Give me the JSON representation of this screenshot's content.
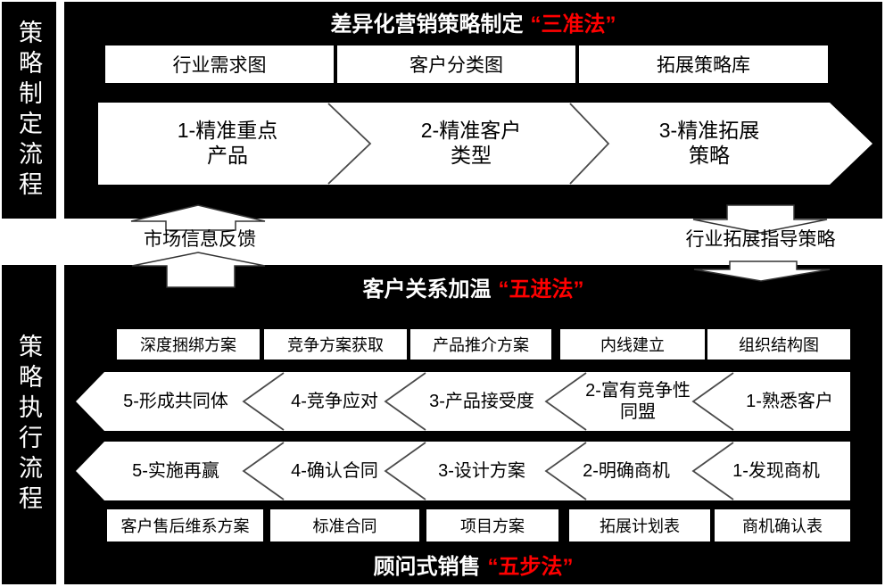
{
  "colors": {
    "panel_bg": "#000000",
    "box_bg": "#ffffff",
    "text_on_panel": "#ffffff",
    "text_on_box": "#000000",
    "accent_red": "#ff0000"
  },
  "left_rail": {
    "top_label": "策略制定流程",
    "bottom_label": "策略执行流程"
  },
  "top_panel": {
    "title": "差异化营销策略制定",
    "title_highlight": "“三准法”",
    "boxes": [
      "行业需求图",
      "客户分类图",
      "拓展策略库"
    ],
    "arrow_steps": [
      "1-精准重点\n产品",
      "2-精准客户\n类型",
      "3-精准拓展\n策略"
    ]
  },
  "connectors": {
    "left_label": "市场信息反馈",
    "left_direction": "up",
    "right_label": "行业拓展指导策略",
    "right_direction": "down"
  },
  "bottom_panel": {
    "title": "客户关系加温",
    "title_highlight": "“五进法”",
    "top_boxes": [
      "深度捆绑方案",
      "竞争方案获取",
      "产品推介方案",
      "内线建立",
      "组织结构图"
    ],
    "band1_steps": [
      "5-形成共同体",
      "4-竞争应对",
      "3-产品接受度",
      "2-富有竞争性\n同盟",
      "1-熟悉客户"
    ],
    "band2_steps": [
      "5-实施再赢",
      "4-确认合同",
      "3-设计方案",
      "2-明确商机",
      "1-发现商机"
    ],
    "bottom_boxes": [
      "客户售后维系方案",
      "标准合同",
      "项目方案",
      "拓展计划表",
      "商机确认表"
    ],
    "footer_title": "顾问式销售",
    "footer_highlight": "“五步法”"
  }
}
